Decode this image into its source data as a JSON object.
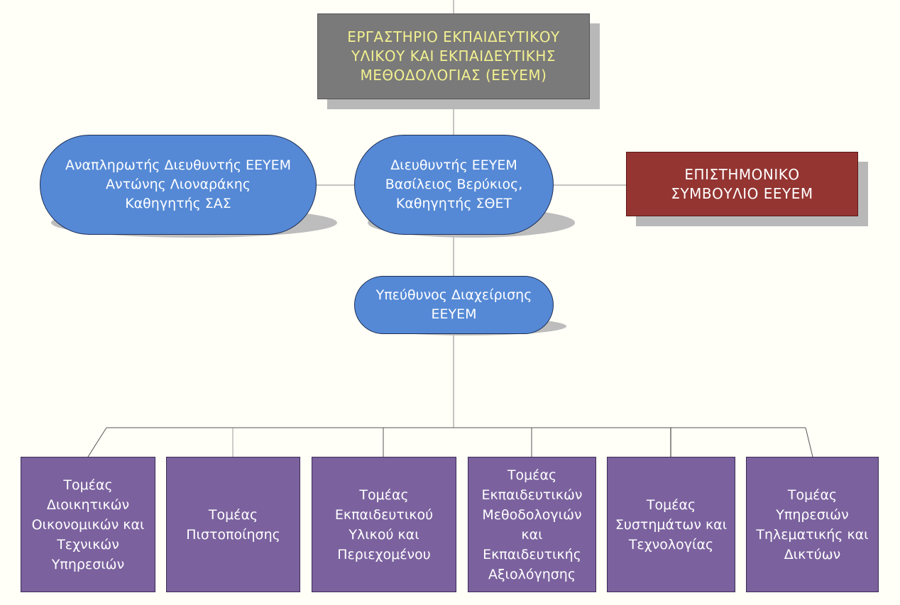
{
  "chart_title": "",
  "lab": {
    "title": "ΕΡΓΑΣΤΗΡΙΟ ΕΚΠΑΙΔΕΥΤΙΚΟΥ\nΥΛΙΚΟΥ ΚΑΙ ΕΚΠΑΙΔΕΥΤΙΚΗΣ\nΜΕΘΟΔΟΛΟΓΙΑΣ (ΕΕΥΕΜ)"
  },
  "deputy_director": {
    "text": "Αναπληρωτής Διευθυντής ΕΕΥΕΜ\nΑντώνης Λιοναράκης\nΚαθηγητής ΣΑΣ"
  },
  "director": {
    "text": "Διευθυντής ΕΕΥΕΜ\nΒασίλειος Βερύκιος,\nΚαθηγητής ΣΘΕΤ"
  },
  "scientific_council": {
    "text": "ΕΠΙΣΤΗΜΟΝΙΚΟ\nΣΥΜΒΟΥΛΙΟ ΕΕΥΕΜ"
  },
  "manager": {
    "text": "Υπεύθυνος Διαχείρισης\nΕΕΥΕΜ"
  },
  "sectors": [
    {
      "text": "Τομέας\nΔιοικητικών\nΟικονομικών και\nΤεχνικών\nΥπηρεσιών"
    },
    {
      "text": "Τομέας\nΠιστοποίησης"
    },
    {
      "text": "Τομέας\nΕκπαιδευτικού\nΥλικού και\nΠεριεχομένου"
    },
    {
      "text": "Τομέας\nΕκπαιδευτικών\nΜεθοδολογιών\nκαι\nΕκπαιδευτικής\nΑξιολόγησης"
    },
    {
      "text": "Τομέας\nΣυστημάτων και\nΤεχνολογίας"
    },
    {
      "text": "Τομέας\nΥπηρεσιών\nΤηλεματικής και\nΔικτύων"
    }
  ],
  "colors": {
    "background": "#fffef7",
    "lab_box": "#7a7a7a",
    "lab_text": "#f2f090",
    "oval_fill": "#5589d6",
    "council_fill": "#943532",
    "sector_fill": "#7b629e",
    "connector": "#888888"
  }
}
